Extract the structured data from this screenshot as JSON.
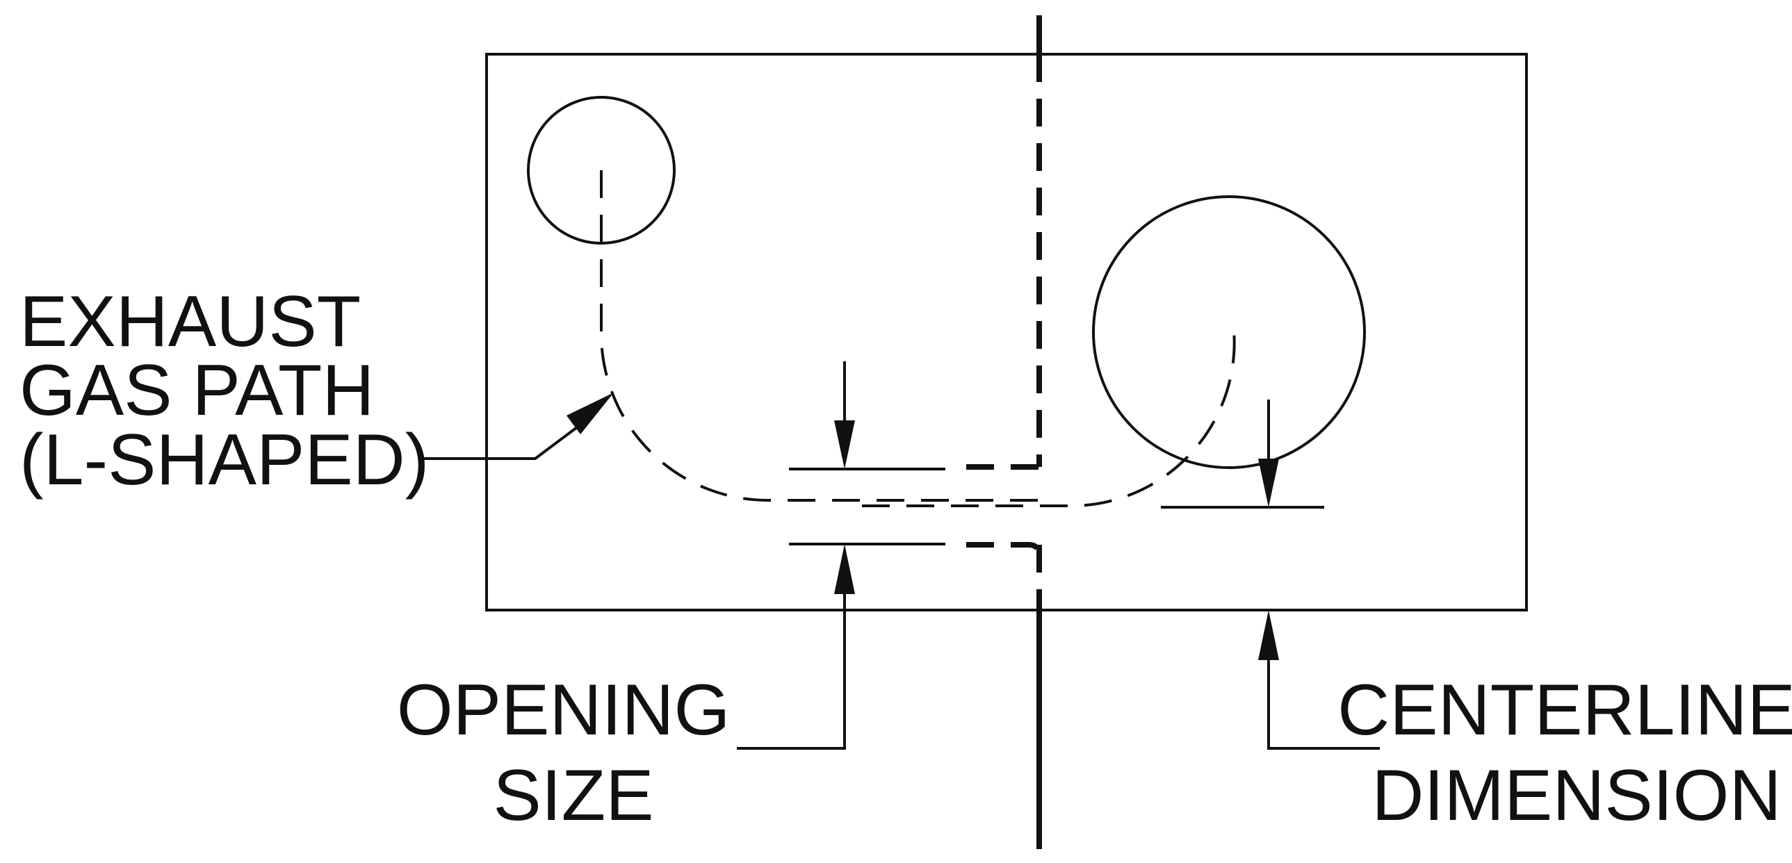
{
  "labels": {
    "exhaust": [
      "EXHAUST",
      "GAS PATH",
      "(L-SHAPED)"
    ],
    "opening": [
      "OPENING",
      "SIZE"
    ],
    "centerline": [
      "CENTERLINE",
      "DIMENSION"
    ]
  }
}
